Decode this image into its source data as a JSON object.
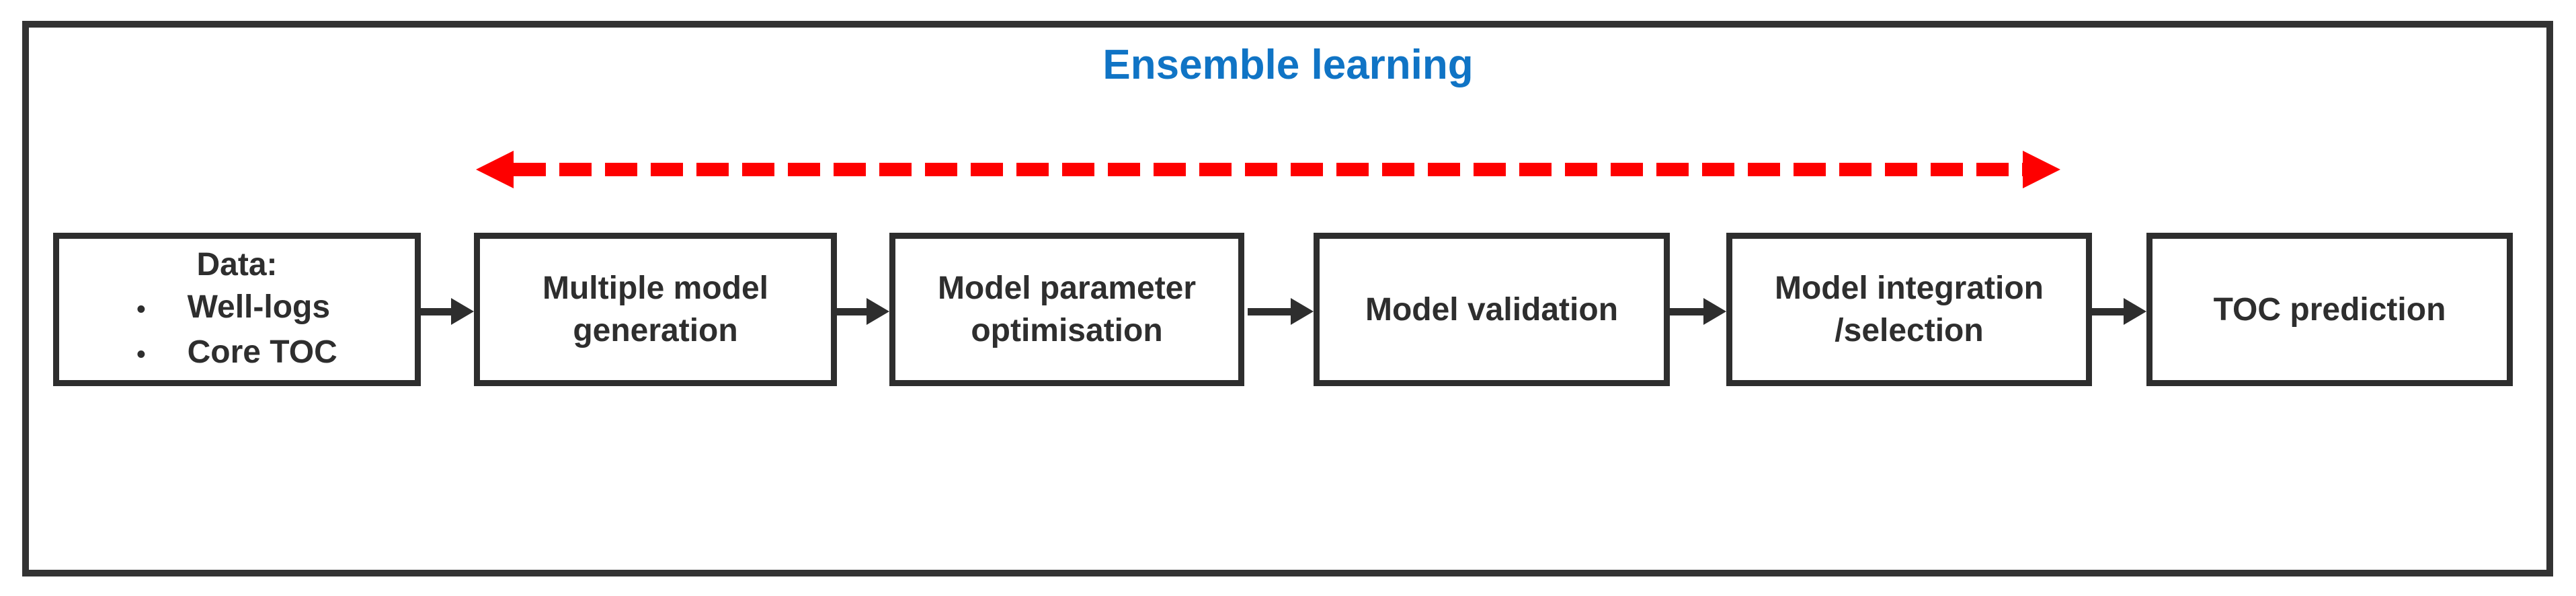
{
  "title": "Ensemble learning",
  "bullet_glyph": "•",
  "colors": {
    "title_blue": "#1074C5",
    "ensemble_arrow_red": "#FE0000",
    "box_border_dark": "#2E2E2E",
    "frame_dark": "#333333"
  },
  "flow": {
    "boxes": [
      {
        "name": "data",
        "lines": [
          "Data:"
        ],
        "bullets": [
          "Well-logs",
          "Core TOC"
        ]
      },
      {
        "name": "multiple-model-generation",
        "lines": [
          "Multiple model",
          "generation"
        ]
      },
      {
        "name": "model-parameter-optimisation",
        "lines": [
          "Model parameter",
          "optimisation"
        ]
      },
      {
        "name": "model-validation",
        "lines": [
          "Model validation"
        ]
      },
      {
        "name": "model-integration-selection",
        "lines": [
          "Model integration",
          "/selection"
        ]
      },
      {
        "name": "toc-prediction",
        "lines": [
          "TOC prediction"
        ]
      }
    ]
  }
}
